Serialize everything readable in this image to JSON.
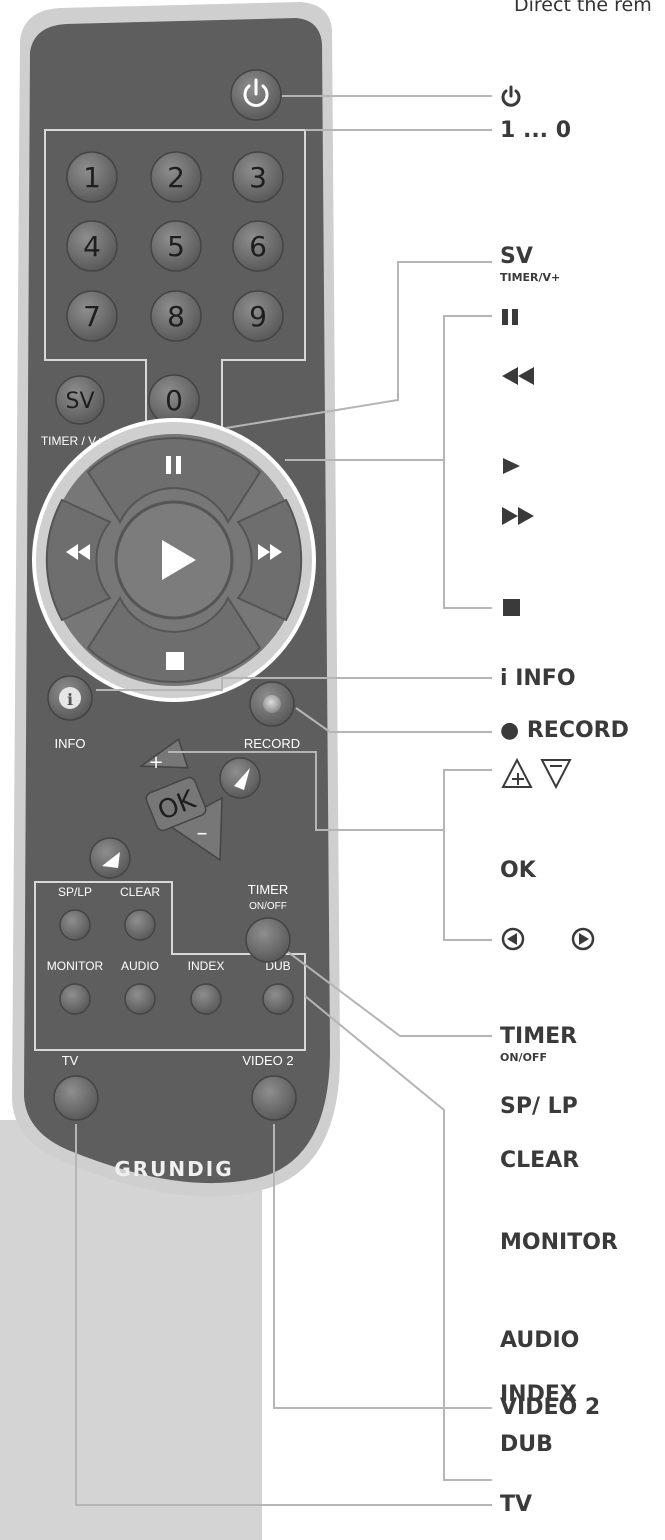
{
  "header_text": "Direct the rem",
  "remote": {
    "brand": "GRUNDIG",
    "digits": [
      "1",
      "2",
      "3",
      "4",
      "5",
      "6",
      "7",
      "8",
      "9",
      "0"
    ],
    "sv": "SV",
    "sv_caption": "TIMER / V+",
    "ok": "OK",
    "info": "INFO",
    "record": "RECORD",
    "timer_caption": "TIMER",
    "timer_caption_sub": "ON/OFF",
    "small_buttons": [
      "SP/LP",
      "CLEAR",
      "MONITOR",
      "AUDIO",
      "INDEX",
      "DUB"
    ],
    "tv": "TV",
    "video2": "VIDEO 2"
  },
  "callouts": {
    "digits": "1 ... 0",
    "sv": "SV",
    "sv_sub": "TIMER/V+",
    "info": "i INFO",
    "record": "● RECORD",
    "ok": "OK",
    "timer": "TIMER",
    "timer_sub": "ON/OFF",
    "sp_lp": "SP/ LP",
    "clear": "CLEAR",
    "monitor": "MONITOR",
    "audio": "AUDIO",
    "index": "INDEX",
    "dub": "DUB",
    "video2": "VIDEO 2",
    "tv": "TV"
  },
  "icons": {
    "power": "power-icon",
    "pause": "pause-icon",
    "rewind": "rewind-icon",
    "play": "play-icon",
    "fast_forward": "fast-forward-icon",
    "stop": "stop-icon",
    "volume": "plus-minus-triangle-icons",
    "arrows": "left-right-circle-icons"
  },
  "colors": {
    "remote_body": "#5e5e5e",
    "button": "#777777",
    "leader_line": "#b5b5b5",
    "label_text": "#3a3a3a"
  }
}
